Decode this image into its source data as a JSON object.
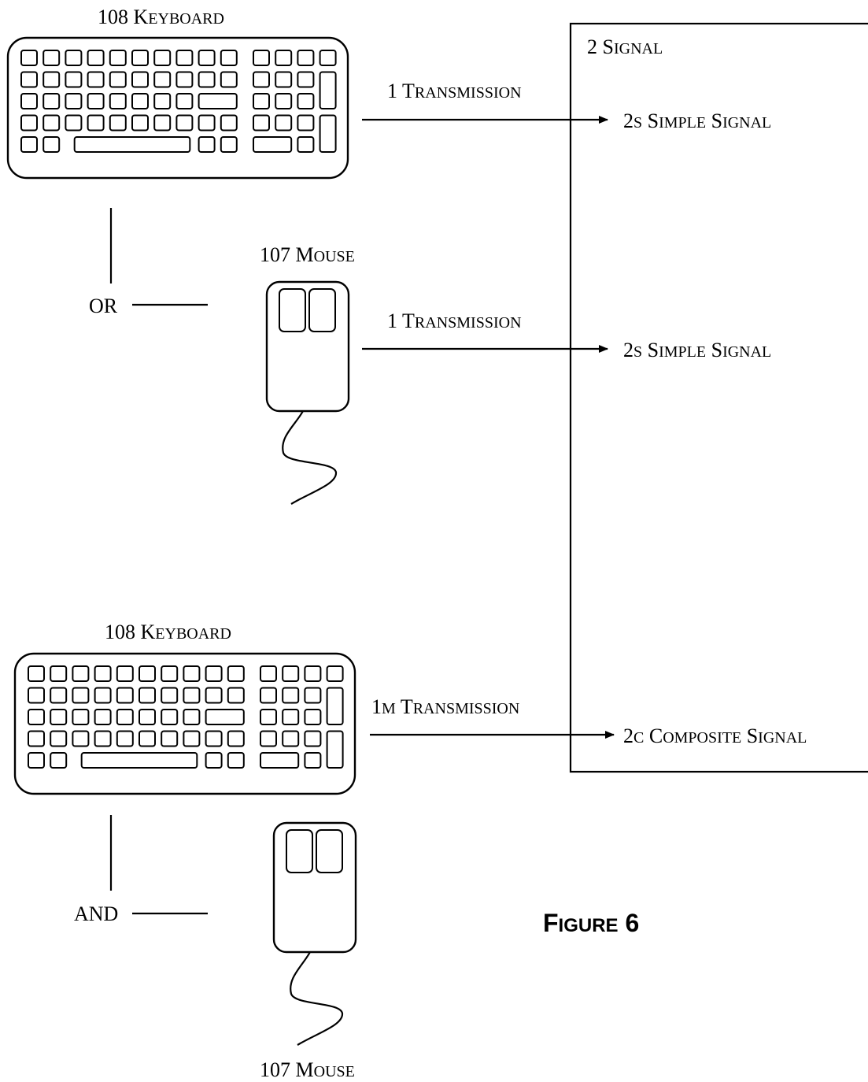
{
  "labels": {
    "keyboard_top": {
      "num": "108",
      "first": "K",
      "rest": "EYBOARD"
    },
    "mouse_top": {
      "num": "107",
      "first": "M",
      "rest": "OUSE"
    },
    "keyboard_bottom": {
      "num": "108",
      "first": "K",
      "rest": "EYBOARD"
    },
    "mouse_bottom": {
      "num": "107",
      "first": "M",
      "rest": "OUSE"
    },
    "signal_box": {
      "num": "2",
      "first": "S",
      "rest": "IGNAL"
    },
    "trans1": {
      "num": "1",
      "sub": "",
      "first": "T",
      "rest": "RANSMISSION"
    },
    "trans2": {
      "num": "1",
      "sub": "",
      "first": "T",
      "rest": "RANSMISSION"
    },
    "trans3": {
      "num": "1",
      "sub": "M",
      "first": "T",
      "rest": "RANSMISSION"
    },
    "sig1": {
      "num": "2",
      "sub": "S",
      "w1_first": "S",
      "w1_rest": "IMPLE",
      "w2_first": "S",
      "w2_rest": "IGNAL"
    },
    "sig2": {
      "num": "2",
      "sub": "S",
      "w1_first": "S",
      "w1_rest": "IMPLE",
      "w2_first": "S",
      "w2_rest": "IGNAL"
    },
    "sig3": {
      "num": "2",
      "sub": "C",
      "w1_first": "C",
      "w1_rest": "OMPOSITE",
      "w2_first": "S",
      "w2_rest": "IGNAL"
    },
    "or": "OR",
    "and": "AND",
    "figure": {
      "first": "F",
      "rest": "IGURE",
      "num": "6"
    }
  }
}
